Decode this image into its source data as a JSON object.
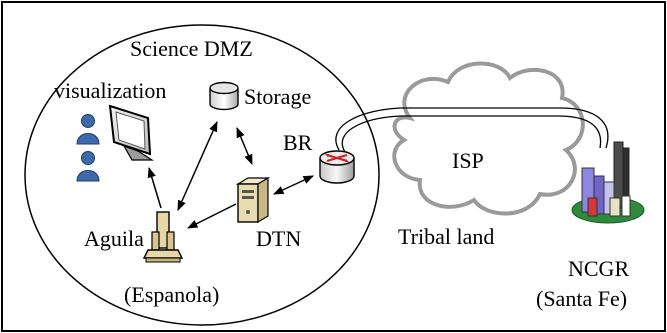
{
  "labels": {
    "science_dmz": "Science DMZ",
    "visualization": "visualization",
    "storage": "Storage",
    "br": "BR",
    "dtn": "DTN",
    "aguila": "Aguila",
    "espanola": "(Espanola)",
    "isp": "ISP",
    "tribal_land": "Tribal land",
    "ncgr": "NCGR",
    "santa_fe": "(Santa Fe)"
  },
  "icons": {
    "user_top": "user-icon",
    "user_bottom": "user-icon",
    "monitor": "monitor-icon",
    "storage": "database-cylinder-icon",
    "router": "router-icon",
    "server": "server-tower-icon",
    "telescope": "telescope-icon",
    "cloud": "cloud-icon",
    "city": "city-buildings-icon"
  },
  "colors": {
    "border": "#000000",
    "cloud_stroke": "#9a9a9a",
    "user_blue": "#3d6aa8",
    "router_red": "#d22020",
    "server_tan": "#e9dcb0",
    "telescope_tan": "#e8d7a6",
    "city_green": "#2f8a3c"
  }
}
